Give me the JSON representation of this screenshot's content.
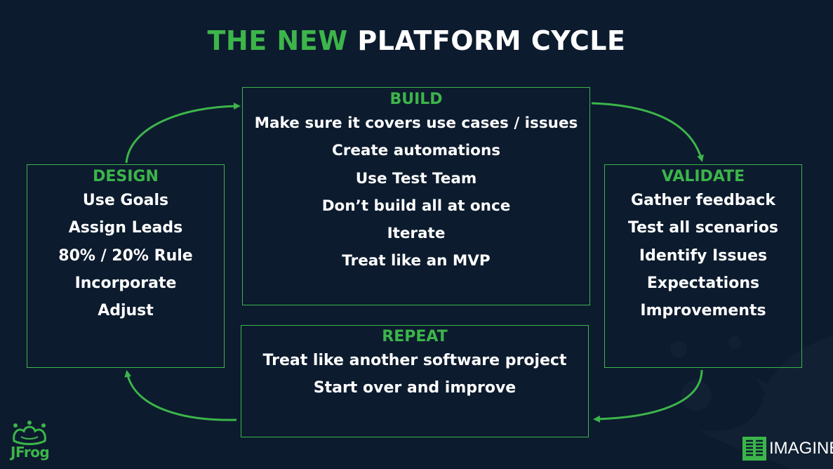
{
  "title": {
    "accent": "THE NEW",
    "rest": "PLATFORM CYCLE"
  },
  "build": {
    "heading": "BUILD",
    "items": [
      "Make sure it covers use cases / issues",
      "Create automations",
      "Use Test Team",
      "Don’t build all at once",
      "Iterate",
      "Treat like an MVP"
    ]
  },
  "design": {
    "heading": "DESIGN",
    "items": [
      "Use Goals",
      "Assign Leads",
      "80% / 20% Rule",
      "Incorporate",
      "Adjust"
    ]
  },
  "validate": {
    "heading": "VALIDATE",
    "items": [
      "Gather feedback",
      "Test all scenarios",
      "Identify Issues",
      "Expectations",
      "Improvements"
    ]
  },
  "repeat": {
    "heading": "REPEAT",
    "items": [
      "Treat like another software project",
      "Start over and improve"
    ]
  },
  "logos": {
    "jfrog": "JFrog",
    "imagine": "IMAGINE"
  },
  "colors": {
    "background": "#0c1b2e",
    "accent": "#3cb54a",
    "text": "#ffffff"
  }
}
